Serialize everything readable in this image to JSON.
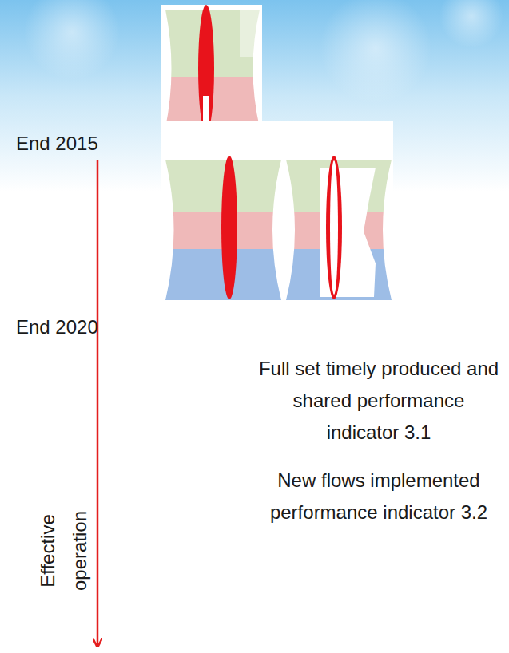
{
  "diagram": {
    "labels": [
      "End 2015",
      "End 2020",
      "Effective operation",
      "Full set timely produced and shared performance indicator 3.1",
      "New flows implemented performance indicator 3.2"
    ]
  }
}
